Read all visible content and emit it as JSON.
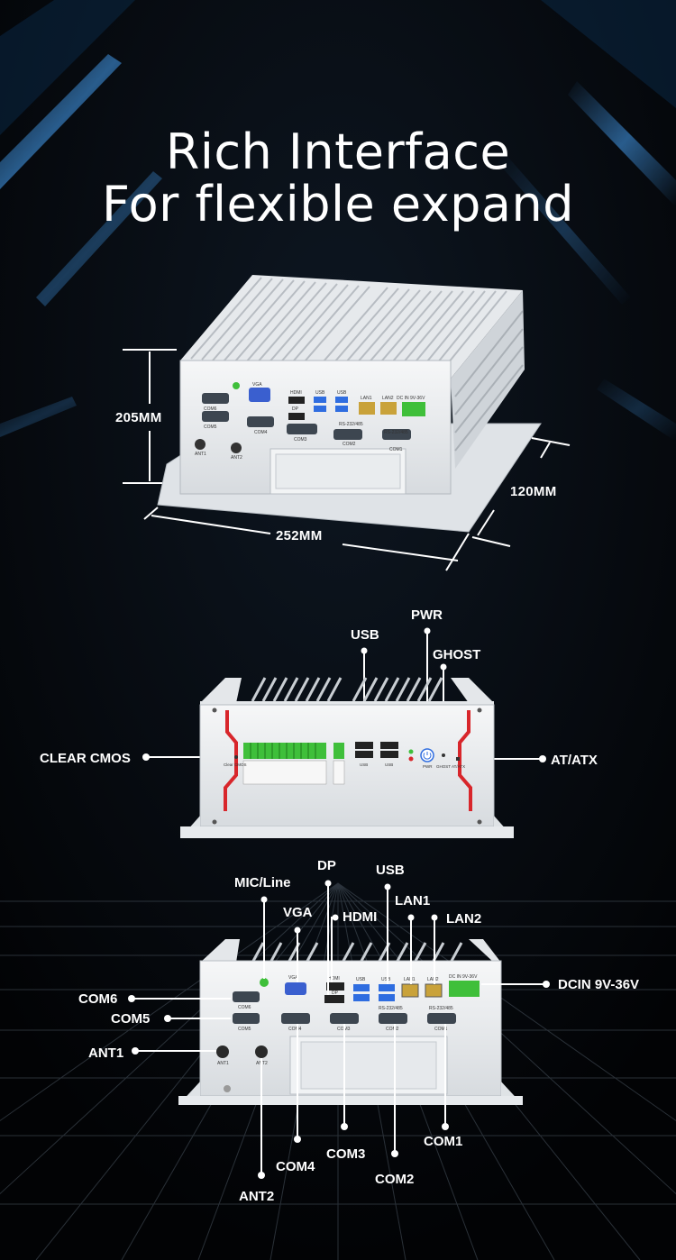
{
  "headline": {
    "line1": "Rich Interface",
    "line2": "For flexible expand"
  },
  "dimensions": {
    "height": "205MM",
    "depth": "120MM",
    "width": "252MM"
  },
  "top_view_ports": {
    "vga": "VGA",
    "hdmi": "HDMI",
    "dp": "DP",
    "usb1": "USB",
    "usb2": "USB",
    "lan1": "LAN1",
    "lan2": "LAN2",
    "dcin": "DC IN 9V-36V",
    "com6": "COM6",
    "com5": "COM5",
    "com4": "COM4",
    "com3": "COM3",
    "com2_std": "RS-232/485",
    "com2": "COM2",
    "com1_std": "RS-232/485",
    "com1": "COM1",
    "ant1": "ANT1",
    "ant2": "ANT2"
  },
  "front_panel": {
    "callouts": {
      "usb": "USB",
      "pwr": "PWR",
      "ghost": "GHOST",
      "clear_cmos": "CLEAR CMOS",
      "at_atx": "AT/ATX"
    },
    "silk": {
      "clear_cmos": "Clear CMOS",
      "usb_a": "USB",
      "usb_b": "USB",
      "pwr": "PWR",
      "ghost": "GHOST",
      "atatx": "AT/ATX"
    }
  },
  "rear_panel": {
    "callouts": {
      "mic_line": "MIC/Line",
      "dp": "DP",
      "usb": "USB",
      "vga": "VGA",
      "hdmi": "HDMI",
      "lan1": "LAN1",
      "lan2": "LAN2",
      "dcin": "DCIN 9V-36V",
      "com6": "COM6",
      "com5": "COM5",
      "ant1": "ANT1",
      "com4": "COM4",
      "com3": "COM3",
      "com2": "COM2",
      "com1": "COM1",
      "ant2": "ANT2"
    },
    "silk": {
      "vga": "VGA",
      "hdmi": "HDMI",
      "dp": "DP",
      "usb_a": "USB",
      "usb_b": "USB",
      "lan1": "LAN1",
      "lan2": "LAN2",
      "dcin": "DC IN 9V-36V",
      "com6": "COM6",
      "com5": "COM5",
      "com4": "COM4",
      "com3": "COM3",
      "com2": "COM2",
      "com1": "COM1",
      "rs_a": "RS-232/485",
      "rs_b": "RS-232/485",
      "ant1": "ANT1",
      "ant2": "ANT2"
    }
  },
  "colors": {
    "background": "#030406",
    "text": "#ffffff",
    "chassis": "#e9ecef",
    "accent_red": "#d8262b",
    "terminal_green": "#3fbf3a",
    "usb_blue": "#2f6de0",
    "vga_blue": "#3a5fcf"
  }
}
